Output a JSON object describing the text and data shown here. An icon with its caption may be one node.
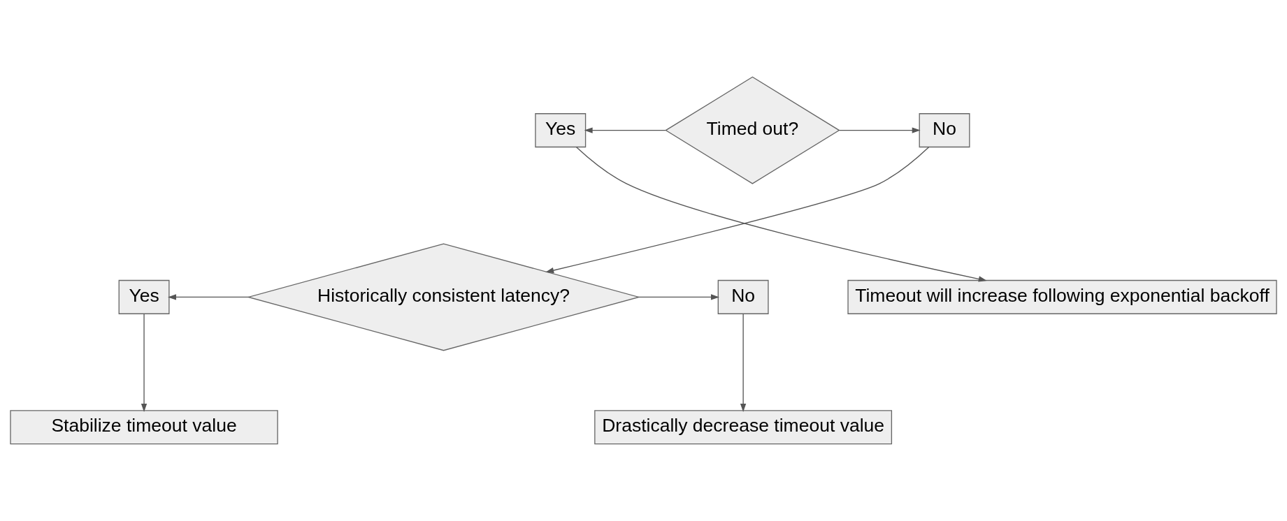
{
  "diagram": {
    "nodes": [
      {
        "text": [
          "Timed out?"
        ]
      },
      {
        "text": [
          "Yes"
        ]
      },
      {
        "text": [
          "No"
        ]
      },
      {
        "text": [
          "Timeout will increase following exponential backoff"
        ]
      },
      {
        "text": [
          "Historically consistent latency?"
        ]
      },
      {
        "text": [
          "Yes"
        ]
      },
      {
        "text": [
          "No"
        ]
      },
      {
        "text": [
          "Stabilize timeout value"
        ]
      },
      {
        "text": [
          "Drastically decrease timeout value"
        ]
      }
    ],
    "edges": [
      {
        "from": 0,
        "to": 1,
        "arrow": "to"
      },
      {
        "from": 0,
        "to": 2,
        "arrow": "to"
      },
      {
        "from": 1,
        "to": 3,
        "arrow": "to"
      },
      {
        "from": 2,
        "to": 4,
        "arrow": "to"
      },
      {
        "from": 4,
        "to": 5,
        "arrow": "to"
      },
      {
        "from": 4,
        "to": 6,
        "arrow": "to"
      },
      {
        "from": 5,
        "to": 7,
        "arrow": "to"
      },
      {
        "from": 6,
        "to": 8,
        "arrow": "to"
      }
    ]
  }
}
